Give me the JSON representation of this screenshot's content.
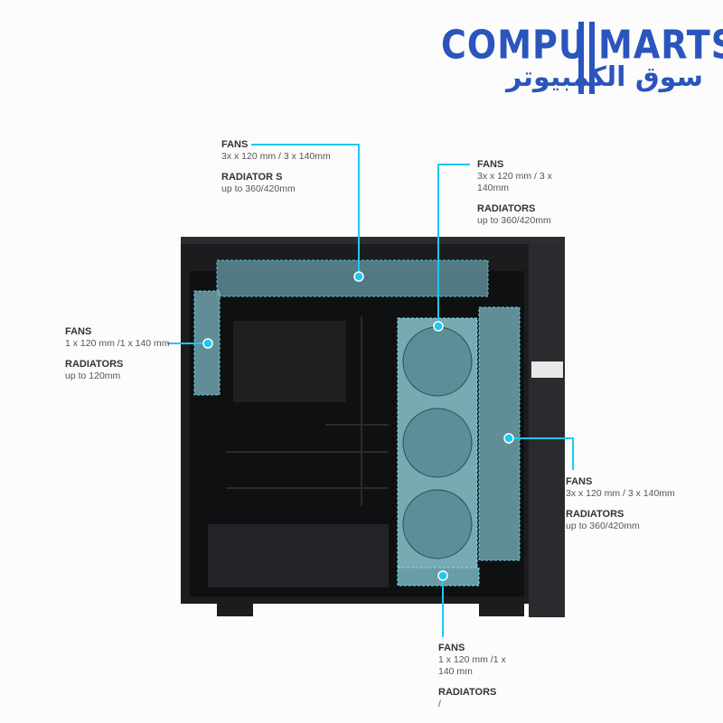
{
  "logo": {
    "text_en_left": "COMPU",
    "text_en_right": "MARTS",
    "text_ar": "سوق الكمبيوتر",
    "color": "#2a55bd"
  },
  "accent_color": "#1ec8f0",
  "callouts": {
    "top": {
      "fans_label": "FANS",
      "fans_value": "3x x 120 mm / 3 x 140mm",
      "rad_label": "RADIATOR S",
      "rad_value": "up to  360/420mm"
    },
    "middle": {
      "fans_label": "FANS",
      "fans_value": "3x x 120 mm / 3 x 140mm",
      "rad_label": "RADIATORS",
      "rad_value": "up to  360/420mm"
    },
    "left": {
      "fans_label": "FANS",
      "fans_value": "1 x 120 mm /1 x 140 mm",
      "rad_label": "RADIATORS",
      "rad_value": "up to 120mm"
    },
    "right": {
      "fans_label": "FANS",
      "fans_value": "3x x 120 mm / 3 x 140mm",
      "rad_label": "RADIATORS",
      "rad_value": "up to  360/420mm"
    },
    "bottom": {
      "fans_label": "FANS",
      "fans_value": "1 x 120 mm /1 x 140 mm",
      "rad_label": "RADIATORS",
      "rad_value": "/"
    }
  }
}
